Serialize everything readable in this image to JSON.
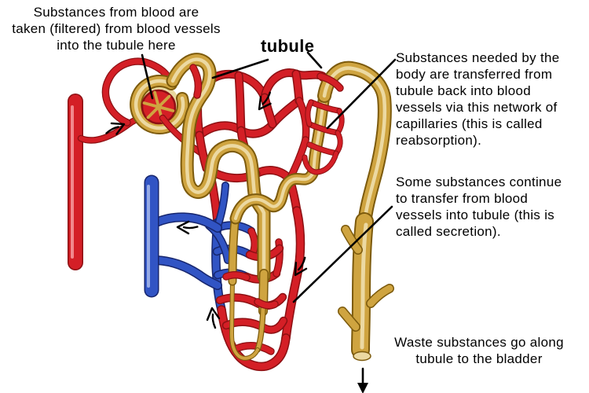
{
  "labels": {
    "filtration": {
      "text": "Substances from blood are\ntaken (filtered) from blood vessels\ninto the tubule here"
    },
    "tubule": {
      "text": "tubule"
    },
    "reabsorption": {
      "text": "Substances needed by the\nbody are transferred from\ntubule back into blood\nvessels via this network of\ncapillaries (this is called\nreabsorption)."
    },
    "secretion": {
      "text": "Some substances continue\nto transfer from blood\nvessels into tubule (this is\ncalled secretion)."
    },
    "waste": {
      "text": "Waste substances go along\ntubule to the bladder"
    }
  },
  "colors": {
    "artery_red": "#d41f26",
    "red_dark": "#8c1013",
    "red_light": "#f1888c",
    "vein_blue": "#3154c4",
    "blue_dark": "#17266e",
    "blue_light": "#96aae5",
    "tubule_gold": "#cfa440",
    "gold_dark": "#7c5a0c",
    "gold_light": "#ecd9a2",
    "label_black": "#000000",
    "background": "#ffffff"
  }
}
